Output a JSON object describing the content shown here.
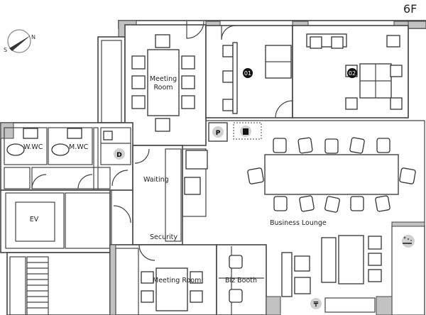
{
  "floor": "6F",
  "compass": {
    "north": "N",
    "south": "S"
  },
  "rooms": {
    "meeting_room_top": [
      "Meeting",
      "Room"
    ],
    "women_wc": "W.WC",
    "men_wc": "M.WC",
    "elevator": "EV",
    "waiting": "Waiting",
    "security": "Security",
    "business_lounge": "Business Lounge",
    "meeting_room_bottom": "Meeting Room",
    "biz_booth": "Biz Booth"
  },
  "markers": {
    "office_1": "01",
    "office_2": "02",
    "parking": "P",
    "door": "D",
    "post": "〒"
  },
  "icons": [
    "compass-icon",
    "trash-bin-icon",
    "smoking-icon",
    "post-icon"
  ],
  "colors": {
    "wall_fill": "#c2c2c2",
    "line": "#444444",
    "marker_dark": "#111111",
    "marker_light": "#d0d0d0"
  }
}
